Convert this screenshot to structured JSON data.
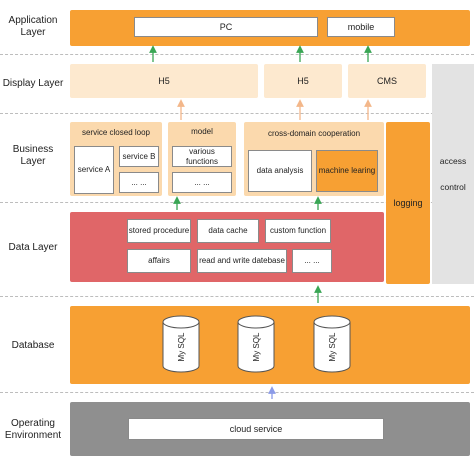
{
  "layers": {
    "application": "Application Layer",
    "display": "Display Layer",
    "business": "Business Layer",
    "data": "Data Layer",
    "database": "Database",
    "operating": "Operating Environment"
  },
  "application": {
    "pc": "PC",
    "mobile": "mobile"
  },
  "display": {
    "h5_left": "H5",
    "h5_right": "H5",
    "cms": "CMS"
  },
  "business": {
    "service_loop_title": "service closed loop",
    "service_a": "service A",
    "service_b": "service B",
    "service_more": "... ...",
    "model_title": "model",
    "various_functions": "various functions",
    "model_more": "... ...",
    "cross_domain_title": "cross-domain cooperation",
    "data_analysis": "data analysis",
    "machine_learning": "machine learing"
  },
  "data_layer": {
    "stored_procedure": "stored procedure",
    "data_cache": "data cache",
    "custom_function": "custom function",
    "affairs": "affairs",
    "read_write": "read and write datebase",
    "more": "... ..."
  },
  "database": {
    "cyl1": "My SQL",
    "cyl2": "My SQL",
    "cyl3": "My SQL"
  },
  "operating": {
    "cloud": "cloud service"
  },
  "side": {
    "logging": "logging",
    "access_control": "access control"
  },
  "colors": {
    "orange": "#f7a033",
    "light_orange": "#fbd9ad",
    "pale_orange": "#fde9cf",
    "red": "#e06668",
    "gray": "#8f8f8f",
    "gray_side": "#e3e3e3",
    "green_arrow": "#3aa655",
    "blue_arrow": "#8c9be8"
  }
}
